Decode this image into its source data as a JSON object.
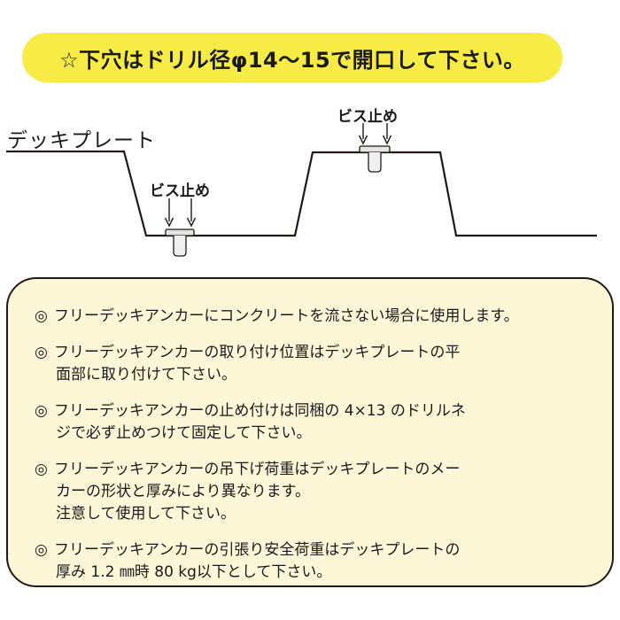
{
  "banner": {
    "text": "☆下穴はドリル径φ14〜15で開口して下さい。",
    "color": "#f7ec45"
  },
  "diagram": {
    "deck_label": "デッキプレート",
    "screw_label_1": "ビス止め",
    "screw_label_2": "ビス止め"
  },
  "notes": {
    "mark": "◎",
    "background": "#fdf6d7",
    "items": [
      {
        "lines": [
          "フリーデッキアンカーにコンクリートを流さない場合に使用します。"
        ]
      },
      {
        "lines": [
          "フリーデッキアンカーの取り付け位置はデッキプレートの平",
          "面部に取り付けて下さい。"
        ]
      },
      {
        "lines": [
          "フリーデッキアンカーの止め付けは同梱の 4×13 のドリルネ",
          "ジで必ず止めつけて固定して下さい。"
        ]
      },
      {
        "lines": [
          "フリーデッキアンカーの吊下げ荷重はデッキプレートのメー",
          "カーの形状と厚みにより異なります。",
          "注意して使用して下さい。"
        ]
      },
      {
        "lines": [
          "フリーデッキアンカーの引張り安全荷重はデッキプレートの",
          "厚み 1.2 ㎜時 80 kg以下として下さい。"
        ]
      }
    ]
  }
}
